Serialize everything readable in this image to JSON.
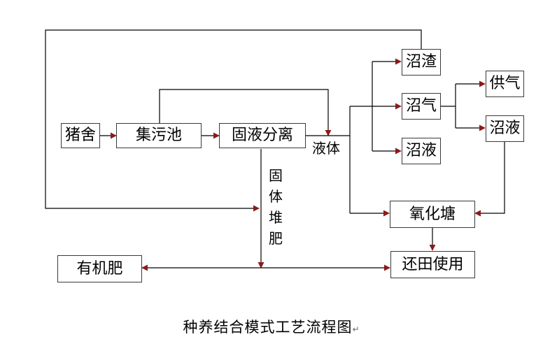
{
  "diagram": {
    "boxes": {
      "pig_house": "猪舍",
      "sewage_pool": "集污池",
      "solid_liquid_sep": "固液分离",
      "biogas_residue": "沼渣",
      "biogas": "沼气",
      "biogas_slurry_mid": "沼液",
      "gas_supply": "供气",
      "biogas_slurry_right": "沼液",
      "oxidation_pond": "氧化塘",
      "return_field": "还田使用",
      "organic_fertilizer": "有机肥"
    },
    "labels": {
      "liquid": "液体",
      "solid_compost": [
        "固",
        "体",
        "堆",
        "肥"
      ]
    },
    "caption": "种养结合模式工艺流程图",
    "caption_mark": "↵",
    "colors": {
      "line": "#000000",
      "arrowhead": "#8b1a1a",
      "box_border": "#3a3a3a"
    }
  }
}
